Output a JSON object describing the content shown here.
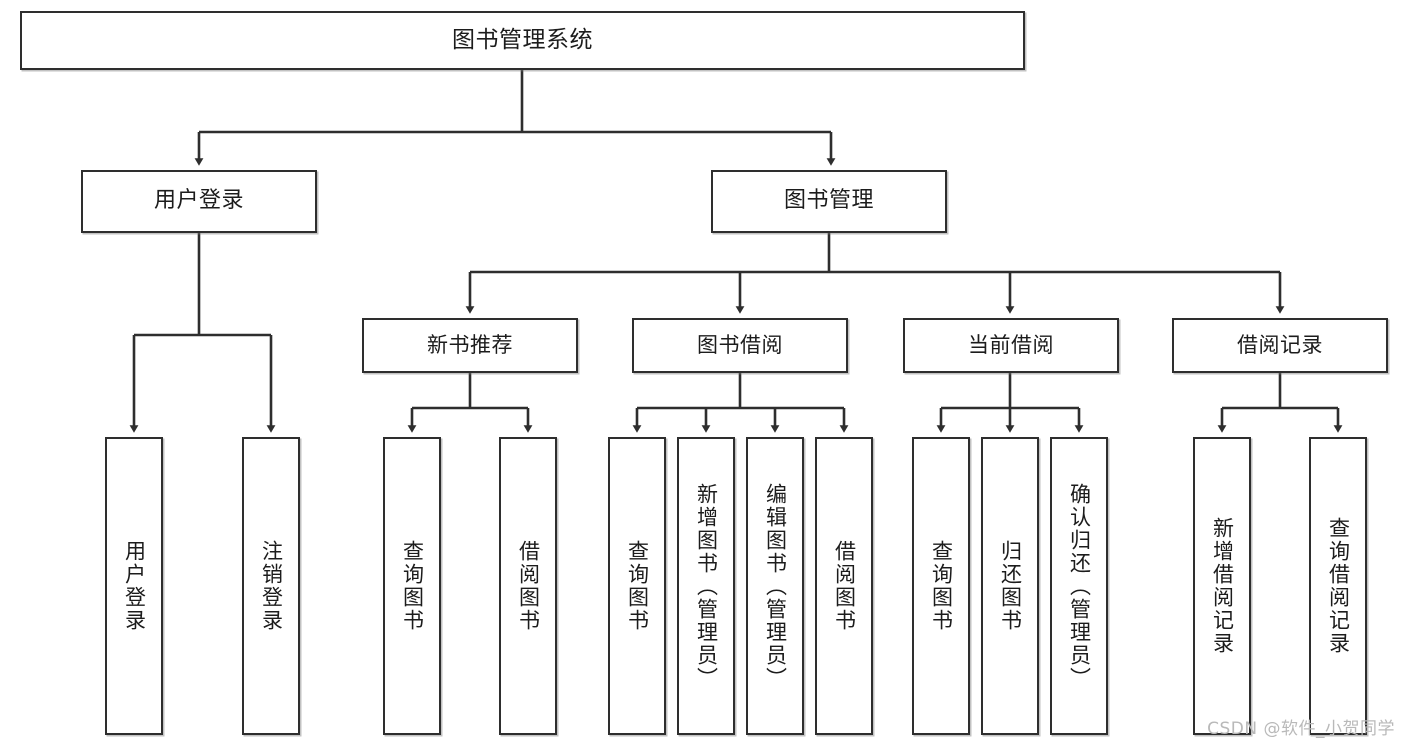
{
  "diagram": {
    "title_node": {
      "label": "图书管理系统"
    },
    "level1": [
      {
        "id": "user-login",
        "label": "用户登录"
      },
      {
        "id": "book-management",
        "label": "图书管理"
      }
    ],
    "level2": [
      {
        "id": "new-book-recommend",
        "label": "新书推荐"
      },
      {
        "id": "book-borrow",
        "label": "图书借阅"
      },
      {
        "id": "current-borrow",
        "label": "当前借阅"
      },
      {
        "id": "borrow-record",
        "label": "借阅记录"
      }
    ],
    "leaves": [
      {
        "id": "leaf-user-login",
        "label": "用户登录"
      },
      {
        "id": "leaf-logout-login",
        "label": "注销登录"
      },
      {
        "id": "leaf-query-book-1",
        "label": "查询图书"
      },
      {
        "id": "leaf-borrow-book-1",
        "label": "借阅图书"
      },
      {
        "id": "leaf-query-book-2",
        "label": "查询图书"
      },
      {
        "id": "leaf-add-book-admin",
        "label": "新增图书（管理员）"
      },
      {
        "id": "leaf-edit-book-admin",
        "label": "编辑图书（管理员）"
      },
      {
        "id": "leaf-borrow-book-2",
        "label": "借阅图书"
      },
      {
        "id": "leaf-query-book-3",
        "label": "查询图书"
      },
      {
        "id": "leaf-return-book",
        "label": "归还图书"
      },
      {
        "id": "leaf-confirm-return-admin",
        "label": "确认归还（管理员）"
      },
      {
        "id": "leaf-add-borrow-record",
        "label": "新增借阅记录"
      },
      {
        "id": "leaf-query-borrow-record",
        "label": "查询借阅记录"
      }
    ]
  },
  "watermark": {
    "text": "CSDN @软件_小贺同学"
  },
  "colors": {
    "box_border": "#2e2e2e",
    "wire": "#2e2e2e",
    "background": "#ffffff",
    "watermark": "#b9b9b9"
  }
}
